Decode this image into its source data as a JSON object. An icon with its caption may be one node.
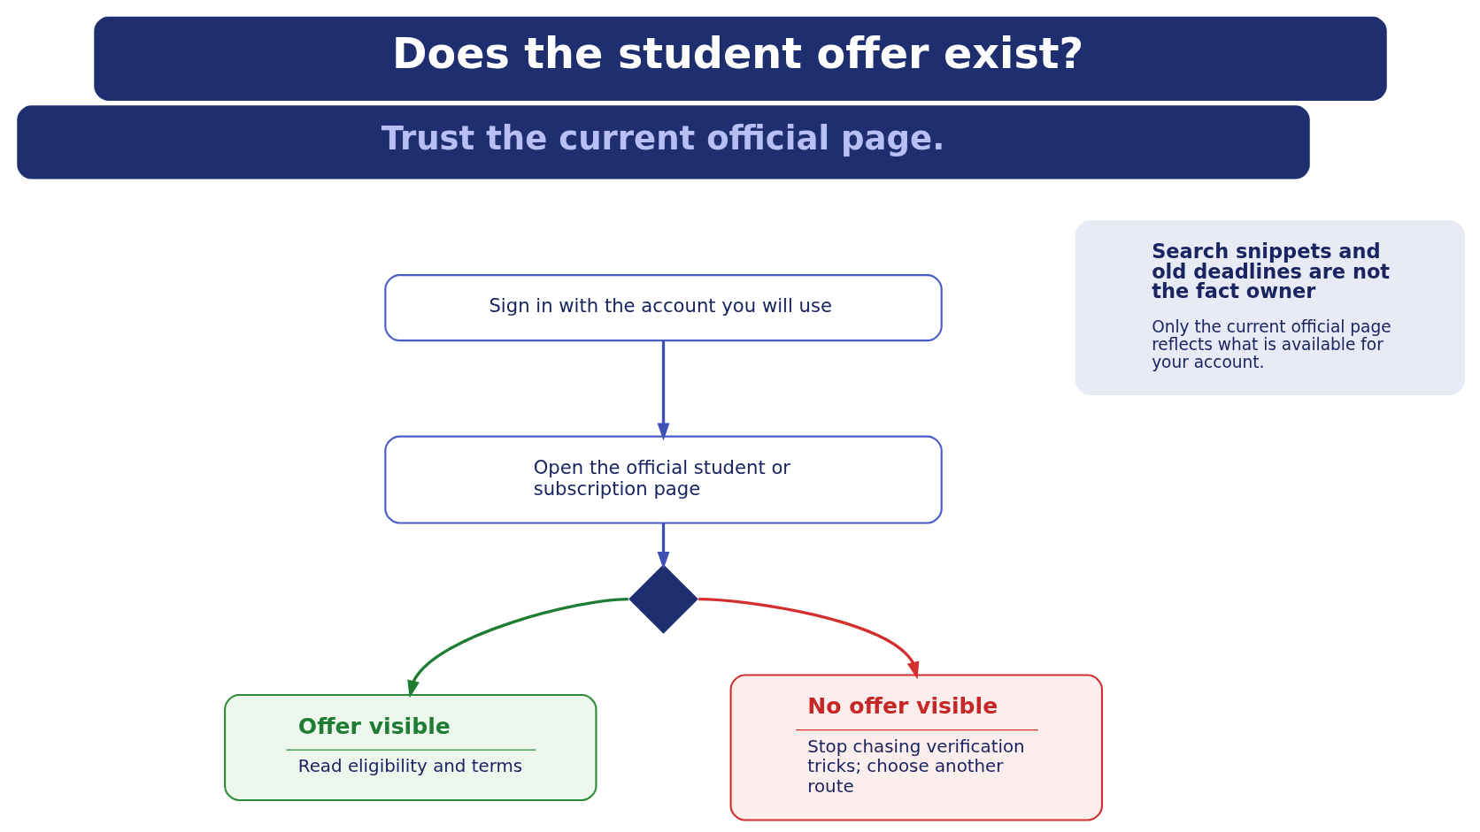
{
  "diagram": {
    "title": "Does the student offer exist?",
    "nodes": [
      {
        "text": [
          "Sign in with the account you will use"
        ]
      },
      {
        "text": [
          "Open the official student or subscription page"
        ]
      },
      {
        "text": [],
        "shape": "diamond"
      },
      {
        "text": [
          "Offer visible",
          "Read eligibility and terms"
        ]
      },
      {
        "text": [
          "No offer visible",
          "Stop chasing verification tricks; choose another route"
        ]
      },
      {
        "text": [
          "Search snippets and old deadlines are not the fact owner",
          "Only the current official page reflects what is available for your account."
        ]
      }
    ],
    "edges": [
      {
        "from": 0,
        "to": 1,
        "arrow": "to"
      },
      {
        "from": 1,
        "to": 2,
        "arrow": "to"
      },
      {
        "from": 2,
        "to": 3,
        "arrow": "to",
        "color": "#1e7d32"
      },
      {
        "from": 2,
        "to": 4,
        "arrow": "to",
        "color": "#d32f2f"
      }
    ],
    "labels": [
      "Trust the current official page."
    ]
  }
}
